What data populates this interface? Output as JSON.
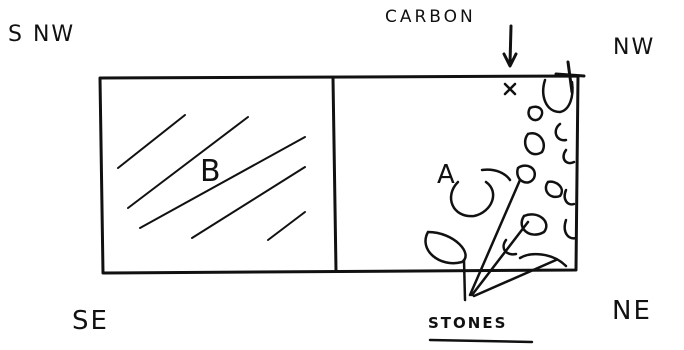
{
  "labels": {
    "corner_top_left": "S NW",
    "corner_top_right": "NW",
    "corner_bottom_left": "SE",
    "corner_bottom_right": "NE",
    "carbon": "CARBON",
    "stones": "STONES",
    "section_a": "A",
    "section_b": "B"
  },
  "colors": {
    "ink": "#111111",
    "paper": "#ffffff"
  }
}
